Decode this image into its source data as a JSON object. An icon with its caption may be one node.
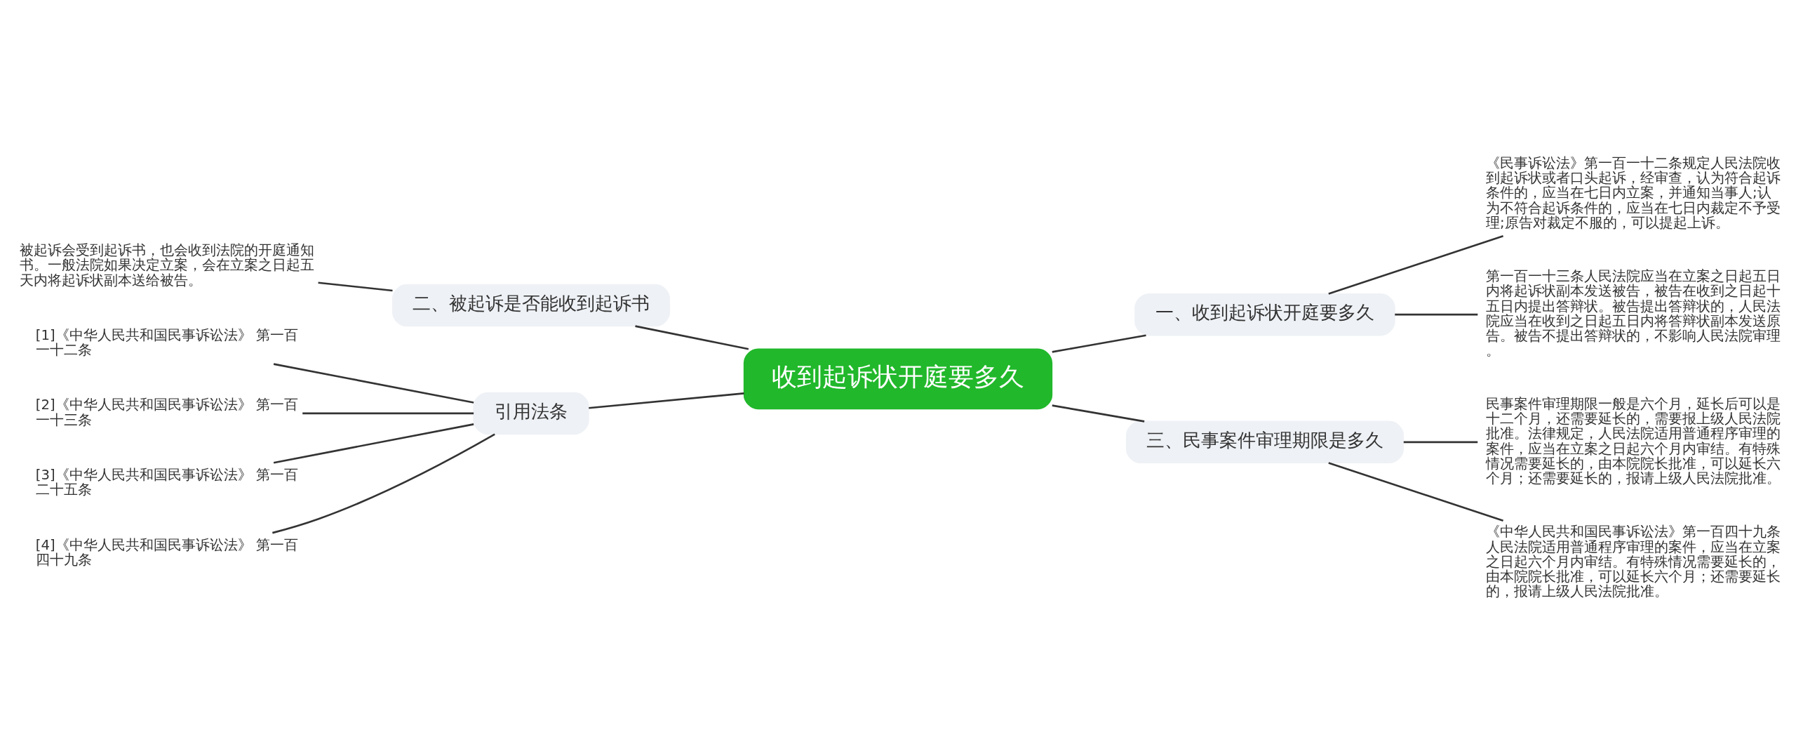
{
  "diagram": {
    "nodes": [
      {
        "text": [
          "收到起诉状开庭要多久"
        ]
      },
      {
        "text": [
          "一、收到起诉状开庭要多久"
        ]
      },
      {
        "text": [
          "《民事诉讼法》第一百一十二条规定人民法院收到起诉状或者口头起诉，经审查，认为符合起诉条件的，应当在七日内立案，并通知当事人;认为不符合起诉条件的，应当在七日内裁定不予受理;原告对裁定不服的，可以提起上诉。"
        ]
      },
      {
        "text": [
          "第一百一十三条人民法院应当在立案之日起五日内将起诉状副本发送被告，被告在收到之日起十五日内提出答辩状。被告提出答辩状的，人民法院应当在收到之日起五日内将答辩状副本发送原告。被告不提出答辩状的，不影响人民法院审理。"
        ]
      },
      {
        "text": [
          "二、被起诉是否能收到起诉书"
        ]
      },
      {
        "text": [
          "被起诉会受到起诉书，也会收到法院的开庭通知书。一般法院如果决定立案，会在立案之日起五天内将起诉状副本送给被告。"
        ]
      },
      {
        "text": [
          "三、民事案件审理期限是多久"
        ]
      },
      {
        "text": [
          "民事案件审理期限一般是六个月，延长后可以是十二个月，还需要延长的，需要报上级人民法院批准。法律规定，人民法院适用普通程序审理的案件，应当在立案之日起六个月内审结。有特殊情况需要延长的，由本院院长批准，可以延长六个月；还需要延长的，报请上级人民法院批准。"
        ]
      },
      {
        "text": [
          "《中华人民共和国民事诉讼法》第一百四十九条人民法院适用普通程序审理的案件，应当在立案之日起六个月内审结。有特殊情况需要延长的，由本院院长批准，可以延长六个月；还需要延长的，报请上级人民法院批准。"
        ]
      },
      {
        "text": [
          "引用法条"
        ]
      },
      {
        "text": [
          "[1]《中华人民共和国民事诉讼法》 第一百一十二条"
        ]
      },
      {
        "text": [
          "[2]《中华人民共和国民事诉讼法》 第一百一十三条"
        ]
      },
      {
        "text": [
          "[3]《中华人民共和国民事诉讼法》 第一百二十五条"
        ]
      },
      {
        "text": [
          "[4]《中华人民共和国民事诉讼法》 第一百四十九条"
        ]
      }
    ],
    "edges": [
      {
        "from": 0,
        "to": 1,
        "arrow": "none"
      },
      {
        "from": 1,
        "to": 2,
        "arrow": "none"
      },
      {
        "from": 1,
        "to": 3,
        "arrow": "none"
      },
      {
        "from": 0,
        "to": 4,
        "arrow": "none"
      },
      {
        "from": 4,
        "to": 5,
        "arrow": "none"
      },
      {
        "from": 0,
        "to": 6,
        "arrow": "none"
      },
      {
        "from": 6,
        "to": 7,
        "arrow": "none"
      },
      {
        "from": 6,
        "to": 8,
        "arrow": "none"
      },
      {
        "from": 0,
        "to": 9,
        "arrow": "none"
      },
      {
        "from": 9,
        "to": 10,
        "arrow": "none"
      },
      {
        "from": 9,
        "to": 11,
        "arrow": "none"
      },
      {
        "from": 9,
        "to": 12,
        "arrow": "none"
      },
      {
        "from": 9,
        "to": 13,
        "arrow": "none"
      }
    ]
  }
}
